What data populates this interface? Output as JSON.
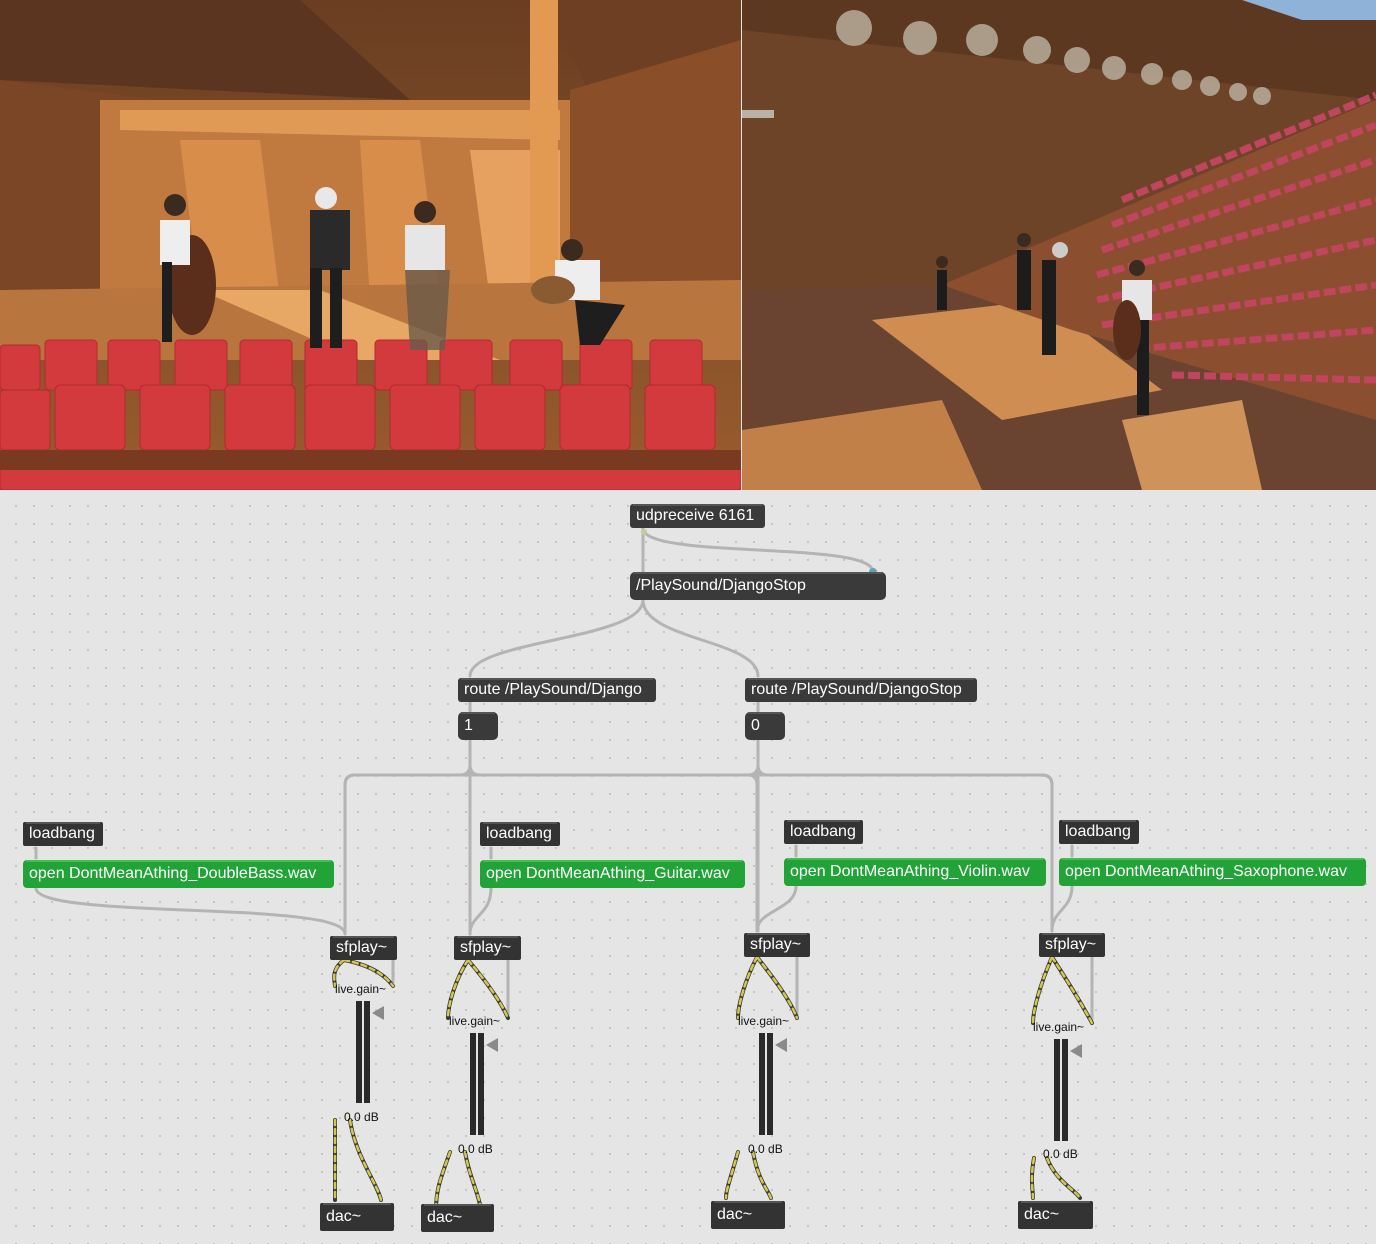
{
  "patcher": {
    "udp": {
      "label": "udpreceive 6161"
    },
    "playsound": {
      "label": "/PlaySound/DjangoStop"
    },
    "route_play": {
      "label": "route /PlaySound/Django"
    },
    "route_stop": {
      "label": "route /PlaySound/DjangoStop"
    },
    "msg_on": {
      "label": "1"
    },
    "msg_off": {
      "label": "0"
    },
    "channels": [
      {
        "loadbang": "loadbang",
        "open": "open DontMeanAthing_DoubleBass.wav",
        "sfplay": "sfplay~",
        "gain": "live.gain~",
        "db": "0.0 dB",
        "dac": "dac~"
      },
      {
        "loadbang": "loadbang",
        "open": "open DontMeanAthing_Guitar.wav",
        "sfplay": "sfplay~",
        "gain": "live.gain~",
        "db": "0.0 dB",
        "dac": "dac~"
      },
      {
        "loadbang": "loadbang",
        "open": "open DontMeanAthing_Violin.wav",
        "sfplay": "sfplay~",
        "gain": "live.gain~",
        "db": "0.0 dB",
        "dac": "dac~"
      },
      {
        "loadbang": "loadbang",
        "open": "open DontMeanAthing_Saxophone.wav",
        "sfplay": "sfplay~",
        "gain": "live.gain~",
        "db": "0.0 dB",
        "dac": "dac~"
      }
    ]
  },
  "colors": {
    "object": "#333333",
    "message_green": "#22a337",
    "patch_cord": "#b4b4b4",
    "signal_cord": "#d4c84a",
    "seat_red": "#d9383c",
    "hall_wall": "#7a4a2a"
  }
}
